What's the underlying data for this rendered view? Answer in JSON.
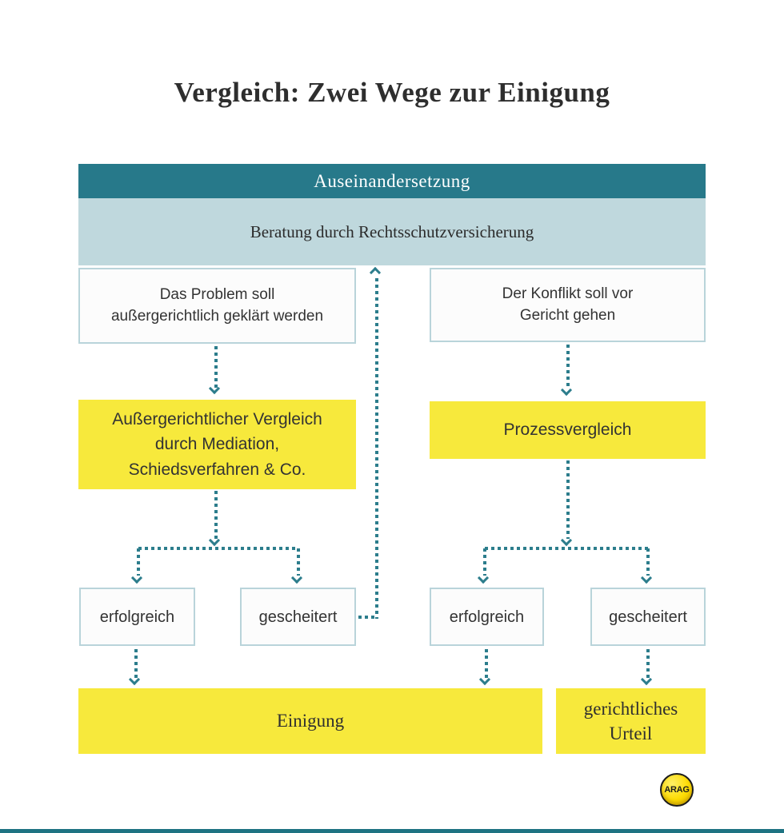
{
  "title": "Vergleich: Zwei Wege zur Einigung",
  "colors": {
    "teal_header": "#27798a",
    "light_blue_band": "#bfd8dd",
    "yellow_box": "#f7e93c",
    "arrow_teal": "#2c7d8c",
    "white_box_border": "#b9d4da",
    "text_dark": "#333333",
    "logo_yellow": "#fddc04"
  },
  "nodes": {
    "auseinandersetzung": "Auseinandersetzung",
    "beratung": "Beratung durch Rechtsschutzversicherung",
    "problem": {
      "lines": [
        "Das Problem soll",
        "außergerichtlich geklärt werden"
      ]
    },
    "konflikt": {
      "lines": [
        "Der Konflikt soll vor",
        "Gericht gehen"
      ]
    },
    "aussergerichtlicher_vergleich": {
      "lines": [
        "Außergerichtlicher Vergleich",
        "durch Mediation,",
        "Schiedsverfahren & Co."
      ]
    },
    "prozessvergleich": "Prozessvergleich",
    "left_erfolgreich": "erfolgreich",
    "left_gescheitert": "gescheitert",
    "right_erfolgreich": "erfolgreich",
    "right_gescheitert": "gescheitert",
    "einigung": "Einigung",
    "gerichtliches_urteil": {
      "lines": [
        "gerichtliches",
        "Urteil"
      ]
    }
  },
  "logo": {
    "label": "ARAG"
  }
}
